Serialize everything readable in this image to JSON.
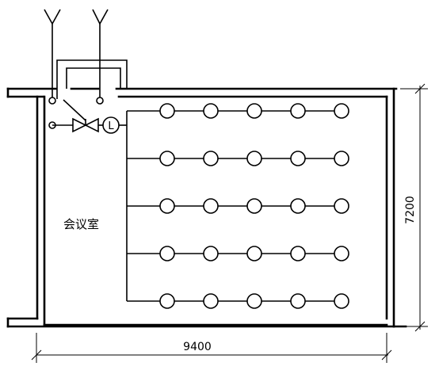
{
  "room_label": "会议室",
  "dimensions": {
    "width_label": "9400",
    "height_label": "7200"
  },
  "flow_switch_label": "L",
  "sprinkler_grid": {
    "rows": 5,
    "columns": 5
  }
}
